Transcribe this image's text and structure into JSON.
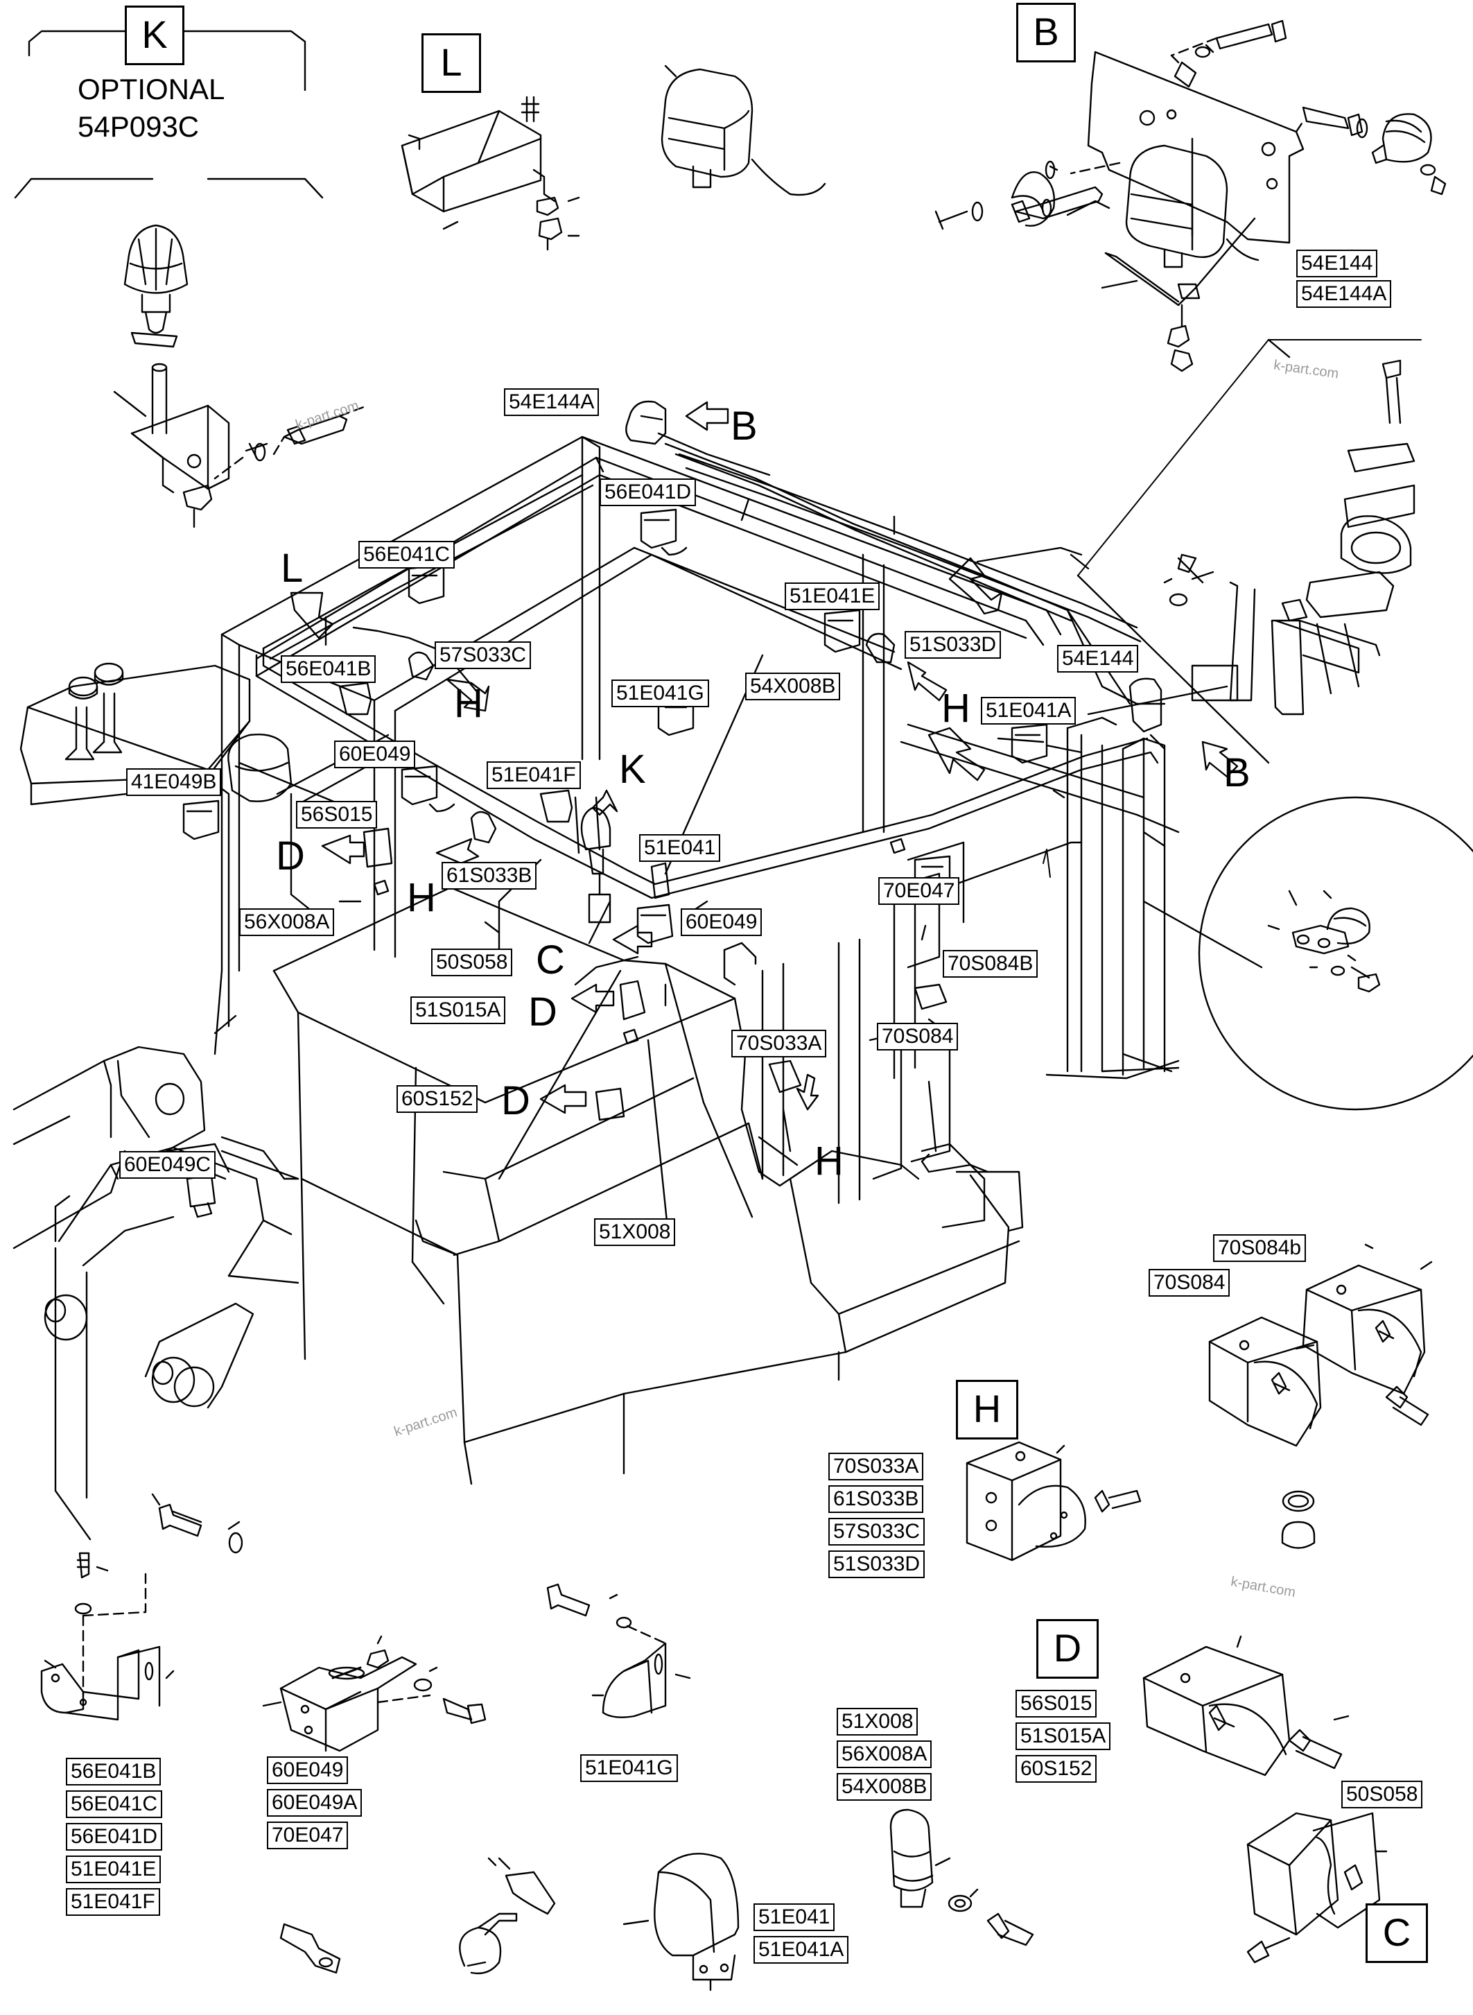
{
  "section_letters": [
    "K",
    "L",
    "B",
    "H",
    "D",
    "C"
  ],
  "optional_note": [
    "OPTIONAL",
    "54P093C"
  ],
  "arrow_letters": [
    "B",
    "B",
    "L",
    "H",
    "H",
    "H",
    "H",
    "K",
    "D",
    "D",
    "D",
    "C"
  ],
  "labels": {
    "top_b": [
      "54E144",
      "54E144A"
    ],
    "main": [
      "54E144A",
      "56E041D",
      "56E041C",
      "51E041E",
      "51S033D",
      "57S033C",
      "54E144",
      "56E041B",
      "54X008B",
      "51E041G",
      "51E041A",
      "60E049",
      "51E041F",
      "41E049B",
      "56S015",
      "51E041",
      "61S033B",
      "70E047",
      "56X008A",
      "60E049",
      "50S058",
      "70S084B",
      "51S015A",
      "70S033A",
      "70S084",
      "60S152",
      "60E049C",
      "51X008"
    ],
    "detail_70s084": [
      "70S084b",
      "70S084"
    ],
    "detail_h": [
      "70S033A",
      "61S033B",
      "57S033C",
      "51S033D"
    ],
    "bracket_56": [
      "56E041B",
      "56E041C",
      "56E041D",
      "51E041E",
      "51E041F"
    ],
    "bracket_60": [
      "60E049",
      "60E049A",
      "70E047"
    ],
    "bracket_51g": [
      "51E041G"
    ],
    "connector_x": [
      "51X008",
      "56X008A",
      "54X008B"
    ],
    "lamp_51": [
      "51E041",
      "51E041A"
    ],
    "detail_d": [
      "56S015",
      "51S015A",
      "60S152"
    ],
    "detail_c": [
      "50S058"
    ]
  },
  "watermarks": [
    "k-part.com",
    "k-part.com",
    "k-part.com",
    "k-part.com"
  ]
}
